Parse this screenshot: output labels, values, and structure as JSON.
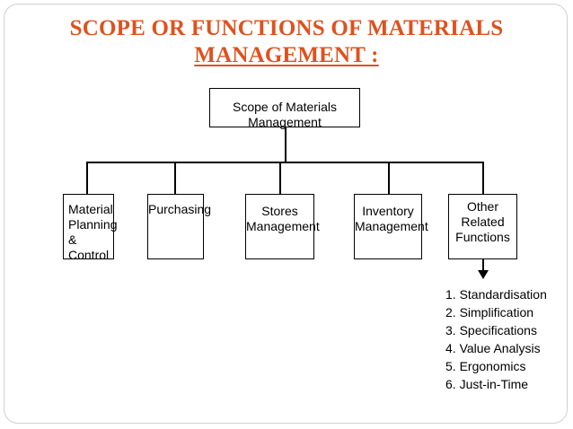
{
  "title": {
    "line1": "SCOPE OR FUNCTIONS OF MATERIALS",
    "line2": "MANAGEMENT :"
  },
  "diagram": {
    "root": "Scope of Materials Management",
    "children": [
      "Material\nPlanning\n& Control",
      "Purchasing",
      "Stores\nManagement",
      "Inventory\nManagement",
      "Other\nRelated\nFunctions"
    ],
    "other_functions": [
      "1. Standardisation",
      "2. Simplification",
      "3. Specifications",
      "4. Value Analysis",
      "5. Ergonomics",
      "6. Just-in-Time"
    ]
  }
}
